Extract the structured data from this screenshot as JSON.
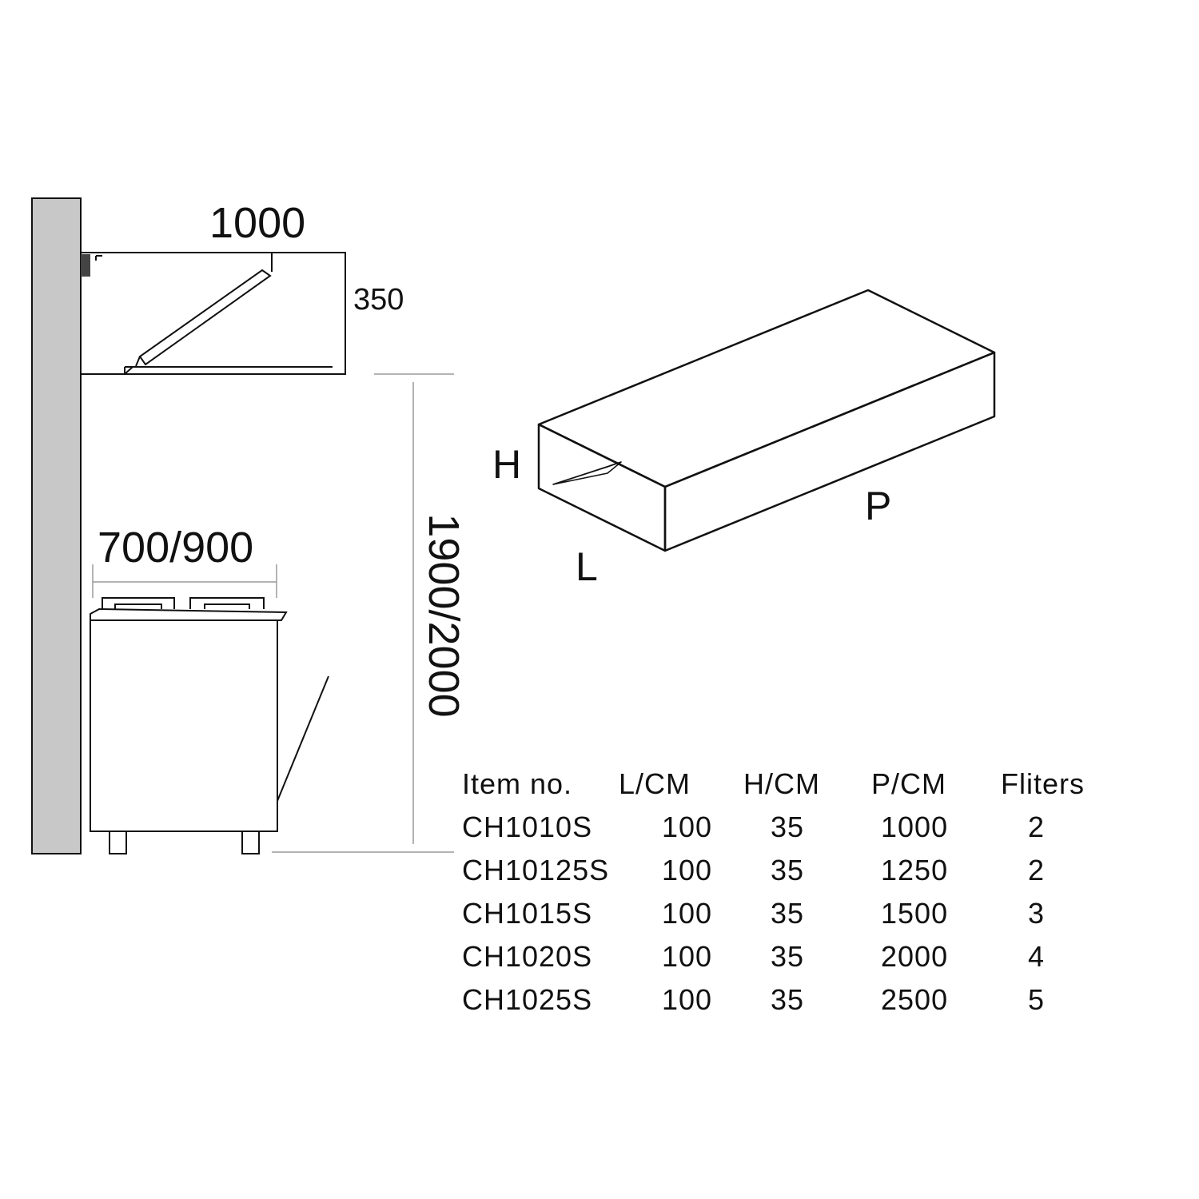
{
  "dimensions": {
    "hood_width": "1000",
    "hood_height": "350",
    "range_width": "700/900",
    "total_height": "1900/2000"
  },
  "box_labels": {
    "height": "H",
    "length": "L",
    "depth": "P"
  },
  "spec_table": {
    "headers": [
      "Item no.",
      "L/CM",
      "H/CM",
      "P/CM",
      "Fliters"
    ],
    "rows": [
      [
        "CH1010S",
        "100",
        "35",
        "1000",
        "2"
      ],
      [
        "CH10125S",
        "100",
        "35",
        "1250",
        "2"
      ],
      [
        "CH1015S",
        "100",
        "35",
        "1500",
        "3"
      ],
      [
        "CH1020S",
        "100",
        "35",
        "2000",
        "4"
      ],
      [
        "CH1025S",
        "100",
        "35",
        "2500",
        "5"
      ]
    ]
  },
  "colors": {
    "wall_fill": "#c8c8c8",
    "line": "#111111",
    "dimension_line": "#9a9a9a"
  }
}
